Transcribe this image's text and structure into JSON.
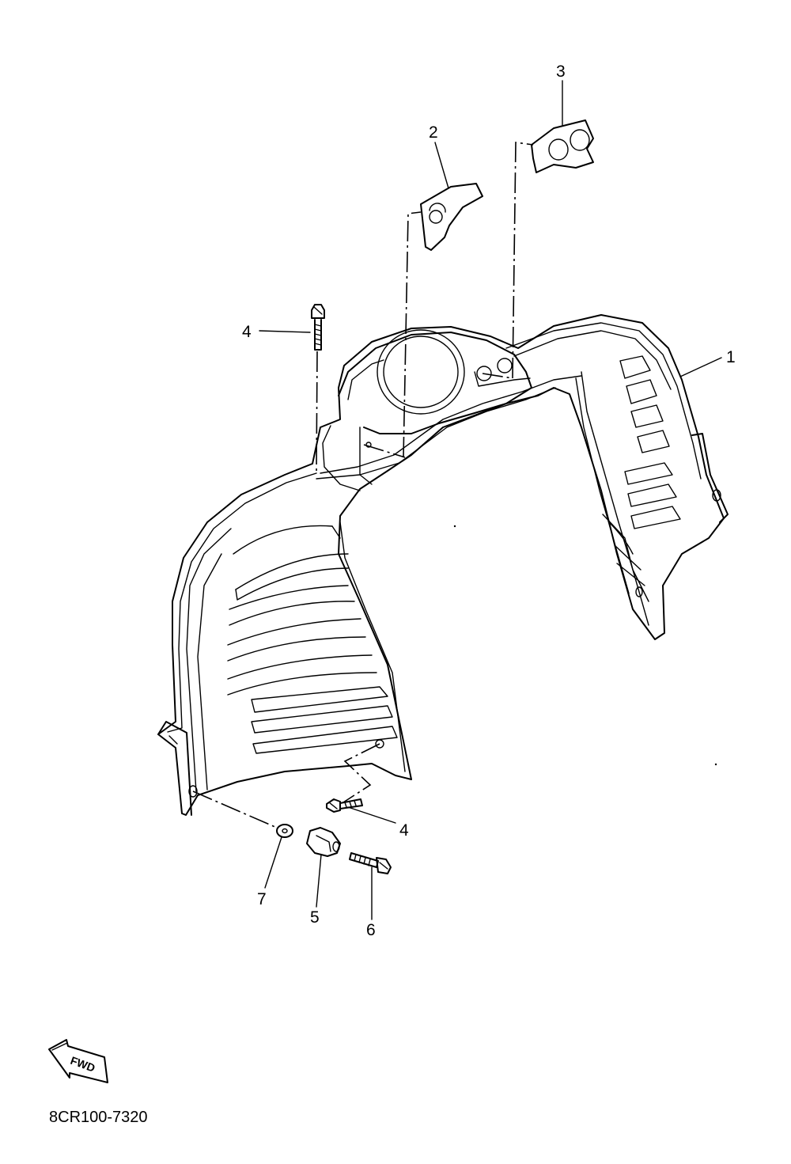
{
  "callouts": {
    "c1": "1",
    "c2": "2",
    "c3": "3",
    "c4a": "4",
    "c4b": "4",
    "c5": "5",
    "c6": "6",
    "c7": "7"
  },
  "direction_arrow": {
    "label": "FWD"
  },
  "diagram_code": "8CR100-7320"
}
